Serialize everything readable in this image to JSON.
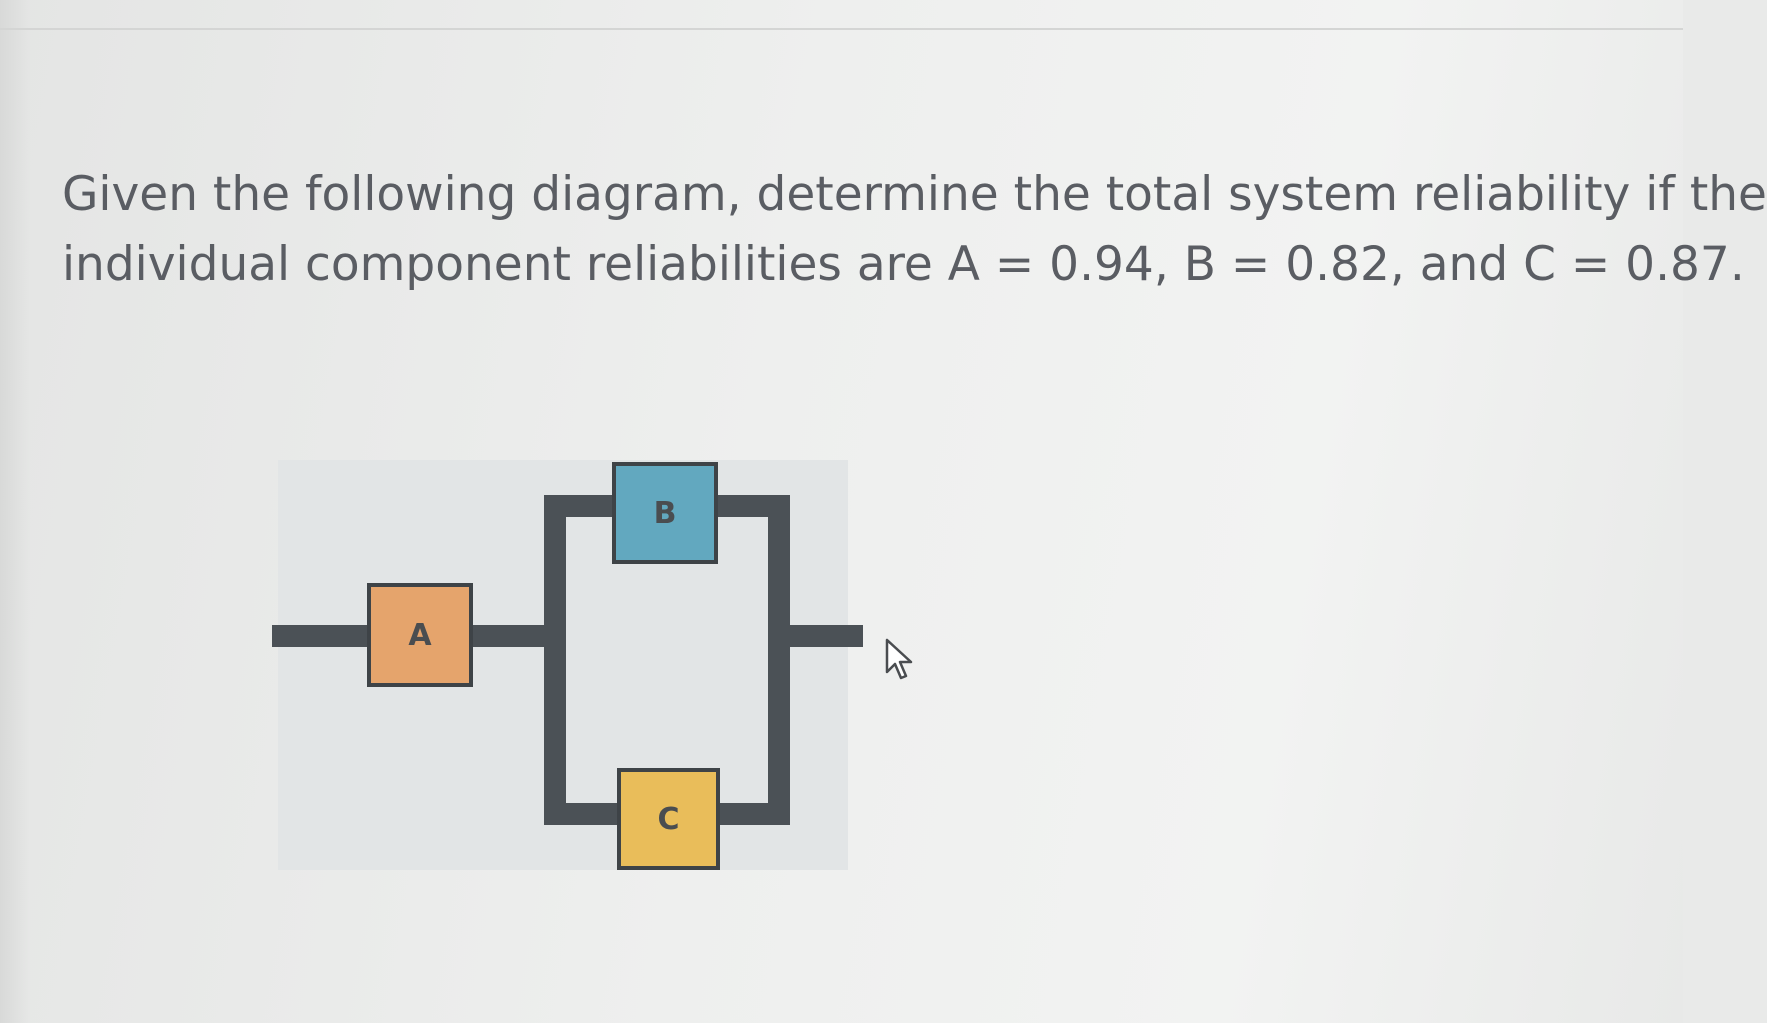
{
  "question": {
    "line1": "Given the following diagram, determine the total system reliability if the",
    "line2": "individual component reliabilities are A = 0.94, B = 0.82, and C = 0.87."
  },
  "diagram": {
    "components": [
      {
        "label": "A",
        "color": "#e5a46c"
      },
      {
        "label": "B",
        "color": "#62a8bf"
      },
      {
        "label": "C",
        "color": "#e9bd5a"
      }
    ],
    "wire_color": "#4b5156"
  },
  "cursor": {
    "icon": "mouse-pointer-icon"
  }
}
